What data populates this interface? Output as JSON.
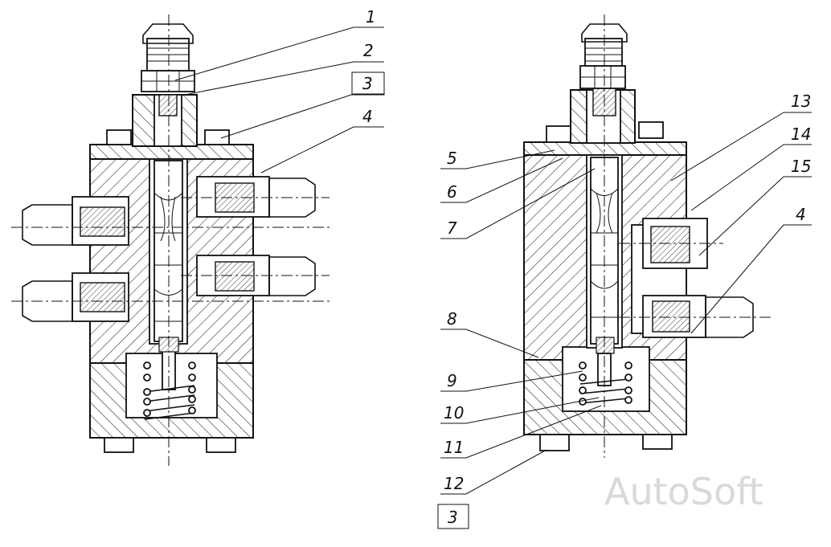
{
  "watermark": "AutoSoft",
  "left_view": {
    "callouts": [
      "1",
      "2",
      "3",
      "4"
    ]
  },
  "right_view": {
    "callouts": [
      "13",
      "14",
      "15",
      "4",
      "5",
      "6",
      "7",
      "8",
      "9",
      "10",
      "11",
      "12",
      "3"
    ]
  }
}
